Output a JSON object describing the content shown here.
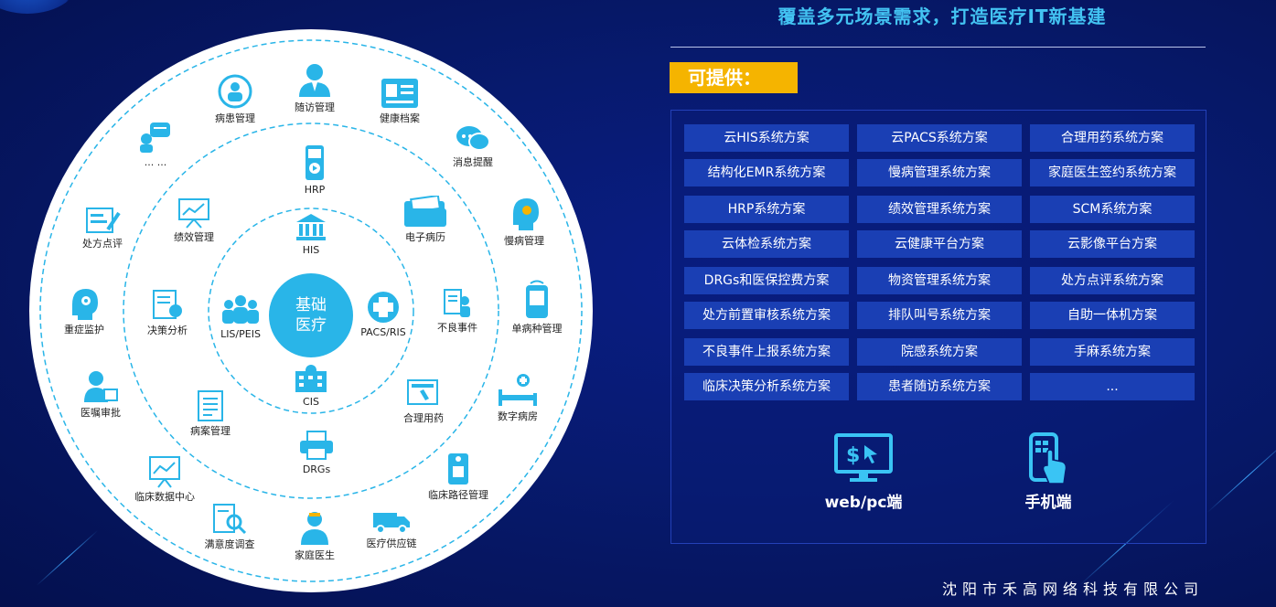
{
  "colors": {
    "accent": "#43c3f2",
    "badge": "#f5b400",
    "cell": "#1a3fb4",
    "core": "#29b5e8",
    "ring": "#29b5e8"
  },
  "diagram": {
    "core": {
      "line1": "基础",
      "line2": "医疗"
    },
    "inner": {
      "his": "HIS",
      "pacs": "PACS/RIS",
      "cis": "CIS",
      "lis": "LIS/PEIS"
    },
    "middle": {
      "hrp": "HRP",
      "emr": "电子病历",
      "adverse": "不良事件",
      "drug": "合理用药",
      "drgs": "DRGs",
      "case": "病案管理",
      "decision": "决策分析",
      "perf": "绩效管理"
    },
    "outer": {
      "disease": "病患管理",
      "followup": "随访管理",
      "health": "健康档案",
      "msg": "消息提醒",
      "chronic": "慢病管理",
      "single": "单病种管理",
      "ward": "数字病房",
      "path": "临床路径管理",
      "supply": "医疗供应链",
      "family": "家庭医生",
      "survey": "满意度调查",
      "datacenter": "临床数据中心",
      "insurance": "医嘱审批",
      "icu": "重症监护",
      "review": "处方点评",
      "more": "... ..."
    }
  },
  "headline": "覆盖多元场景需求，打造医疗IT新基建",
  "provide_label": "可提供：",
  "solutions": [
    [
      "云HIS系统方案",
      "云PACS系统方案",
      "合理用药系统方案"
    ],
    [
      "结构化EMR系统方案",
      "慢病管理系统方案",
      "家庭医生签约系统方案"
    ],
    [
      "HRP系统方案",
      "绩效管理系统方案",
      "SCM系统方案"
    ],
    [
      "云体检系统方案",
      "云健康平台方案",
      "云影像平台方案"
    ],
    [
      "DRGs和医保控费方案",
      "物资管理系统方案",
      "处方点评系统方案"
    ],
    [
      "处方前置审核系统方案",
      "排队叫号系统方案",
      "自助一体机方案"
    ],
    [
      "不良事件上报系统方案",
      "院感系统方案",
      "手麻系统方案"
    ],
    [
      "临床决策分析系统方案",
      "患者随访系统方案",
      "..."
    ]
  ],
  "devices": {
    "web": "web/pc端",
    "mobile": "手机端"
  },
  "company": "沈阳市禾高网络科技有限公司"
}
